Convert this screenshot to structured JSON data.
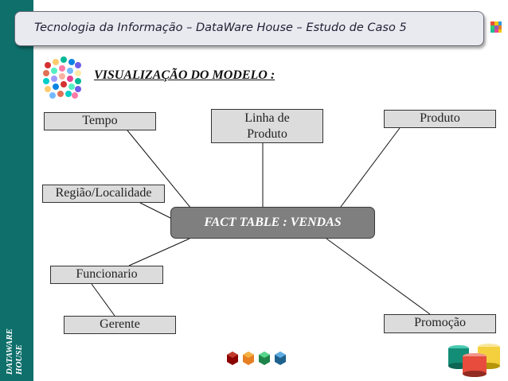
{
  "header": {
    "title": "Tecnologia da Informação – DataWare House – Estudo de Caso 5"
  },
  "sidebar": {
    "label_line1": "DATAWARE",
    "label_line2": "HOUSE"
  },
  "section": {
    "title": "VISUALIZAÇÃO DO MODELO :"
  },
  "diagram": {
    "fact_table": "FACT TABLE : VENDAS",
    "dimensions": {
      "tempo": "Tempo",
      "linha_line1": "Linha de",
      "linha_line2": "Produto",
      "produto": "Produto",
      "regiao": "Região/Localidade",
      "funcionario": "Funcionario",
      "gerente": "Gerente",
      "promocao": "Promoção"
    }
  },
  "colors": {
    "sidebar": "#0e6f6b",
    "node_fill": "#dcdcdc",
    "fact_fill": "#7f7f7f"
  },
  "icons": [
    "cube-icon",
    "cube-grid-icon",
    "footer-cubes-icon",
    "database-barrels-icon"
  ]
}
